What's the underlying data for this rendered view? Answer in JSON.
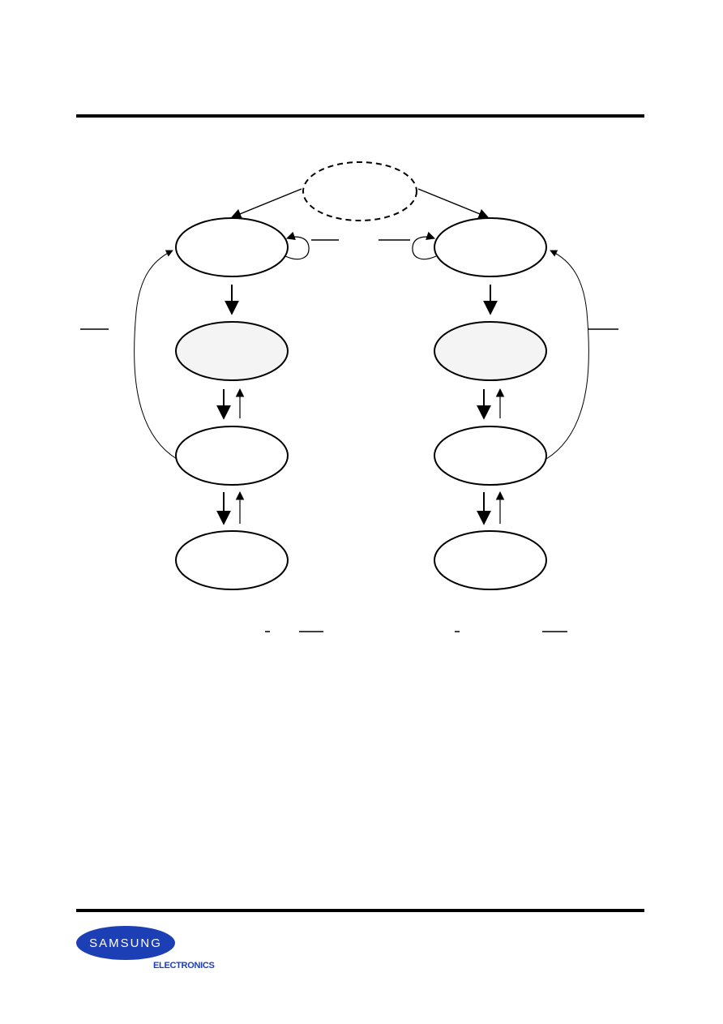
{
  "page": {
    "background": "#ffffff"
  },
  "diagram": {
    "nodes": [
      {
        "id": "top",
        "label": "",
        "style": "dashed"
      },
      {
        "id": "left-1",
        "label": "",
        "style": "solid"
      },
      {
        "id": "left-2",
        "label": "",
        "style": "shaded"
      },
      {
        "id": "left-3",
        "label": "",
        "style": "solid"
      },
      {
        "id": "left-4",
        "label": "",
        "style": "solid"
      },
      {
        "id": "right-1",
        "label": "",
        "style": "solid"
      },
      {
        "id": "right-2",
        "label": "",
        "style": "shaded"
      },
      {
        "id": "right-3",
        "label": "",
        "style": "solid"
      },
      {
        "id": "right-4",
        "label": "",
        "style": "solid"
      }
    ],
    "edges": [
      {
        "from": "top",
        "to": "left-1"
      },
      {
        "from": "top",
        "to": "right-1"
      },
      {
        "from": "left-1",
        "to": "left-1",
        "kind": "self-loop"
      },
      {
        "from": "right-1",
        "to": "right-1",
        "kind": "self-loop"
      },
      {
        "from": "left-1",
        "to": "left-2"
      },
      {
        "from": "right-1",
        "to": "right-2"
      },
      {
        "from": "left-2",
        "to": "left-3"
      },
      {
        "from": "left-3",
        "to": "left-2"
      },
      {
        "from": "right-2",
        "to": "right-3"
      },
      {
        "from": "right-3",
        "to": "right-2"
      },
      {
        "from": "left-3",
        "to": "left-4"
      },
      {
        "from": "left-4",
        "to": "left-3"
      },
      {
        "from": "right-3",
        "to": "right-4"
      },
      {
        "from": "right-4",
        "to": "right-3"
      },
      {
        "from": "left-3",
        "to": "left-1",
        "kind": "curved"
      },
      {
        "from": "right-3",
        "to": "right-1",
        "kind": "curved"
      }
    ],
    "shaded_fill": "#f4f4f4",
    "stroke_color": "#000000"
  },
  "footer": {
    "brand": "SAMSUNG",
    "subbrand": "ELECTRONICS",
    "brand_color": "#1c3fb5"
  }
}
